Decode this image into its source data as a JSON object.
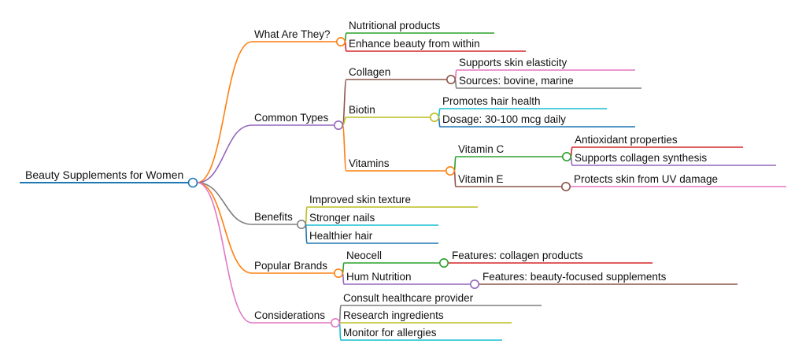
{
  "mindmap": {
    "root": {
      "label": "Beauty Supplements for Women",
      "color": "#1f77b4"
    },
    "branches": [
      {
        "label": "What Are They?",
        "color": "#ff7f0e",
        "children": [
          {
            "label": "Nutritional products",
            "color": "#2ca02c"
          },
          {
            "label": "Enhance beauty from within",
            "color": "#d62728"
          }
        ]
      },
      {
        "label": "Common Types",
        "color": "#9467bd",
        "children": [
          {
            "label": "Collagen",
            "color": "#8c564b",
            "children": [
              {
                "label": "Supports skin elasticity",
                "color": "#e377c2"
              },
              {
                "label": "Sources: bovine, marine",
                "color": "#7f7f7f"
              }
            ]
          },
          {
            "label": "Biotin",
            "color": "#bcbd22",
            "children": [
              {
                "label": "Promotes hair health",
                "color": "#17becf"
              },
              {
                "label": "Dosage: 30-100 mcg daily",
                "color": "#1f77b4"
              }
            ]
          },
          {
            "label": "Vitamins",
            "color": "#ff7f0e",
            "children": [
              {
                "label": "Vitamin C",
                "color": "#2ca02c",
                "children": [
                  {
                    "label": "Antioxidant properties",
                    "color": "#d62728"
                  },
                  {
                    "label": "Supports collagen synthesis",
                    "color": "#9467bd"
                  }
                ]
              },
              {
                "label": "Vitamin E",
                "color": "#8c564b",
                "children": [
                  {
                    "label": "Protects skin from UV damage",
                    "color": "#e377c2"
                  }
                ]
              }
            ]
          }
        ]
      },
      {
        "label": "Benefits",
        "color": "#7f7f7f",
        "children": [
          {
            "label": "Improved skin texture",
            "color": "#bcbd22"
          },
          {
            "label": "Stronger nails",
            "color": "#17becf"
          },
          {
            "label": "Healthier hair",
            "color": "#1f77b4"
          }
        ]
      },
      {
        "label": "Popular Brands",
        "color": "#ff7f0e",
        "children": [
          {
            "label": "Neocell",
            "color": "#2ca02c",
            "children": [
              {
                "label": "Features: collagen products",
                "color": "#d62728"
              }
            ]
          },
          {
            "label": "Hum Nutrition",
            "color": "#9467bd",
            "children": [
              {
                "label": "Features: beauty-focused supplements",
                "color": "#8c564b"
              }
            ]
          }
        ]
      },
      {
        "label": "Considerations",
        "color": "#e377c2",
        "children": [
          {
            "label": "Consult healthcare provider",
            "color": "#7f7f7f"
          },
          {
            "label": "Research ingredients",
            "color": "#bcbd22"
          },
          {
            "label": "Monitor for allergies",
            "color": "#17becf"
          }
        ]
      }
    ]
  }
}
